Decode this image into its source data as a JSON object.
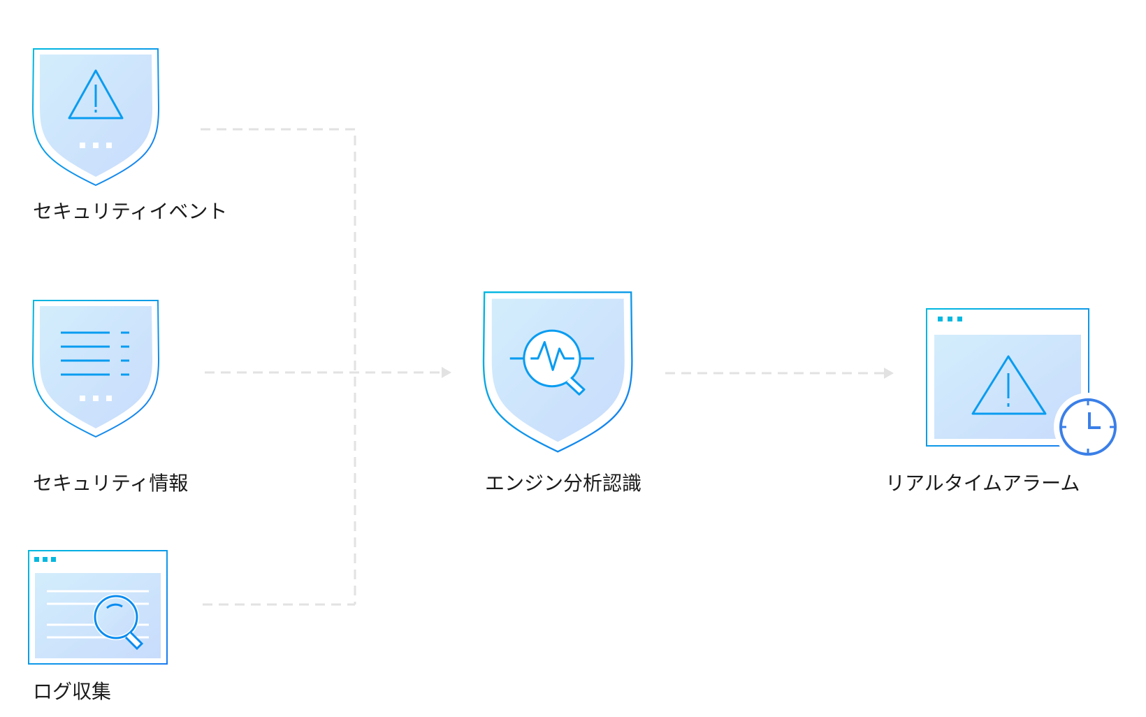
{
  "nodes": {
    "security_event": {
      "label": "セキュリティイベント",
      "icon": "warning-shield-icon"
    },
    "security_info": {
      "label": "セキュリティ情報",
      "icon": "list-shield-icon"
    },
    "log_collection": {
      "label": "ログ収集",
      "icon": "log-search-window-icon"
    },
    "engine_analysis": {
      "label": "エンジン分析認識",
      "icon": "analysis-shield-icon"
    },
    "realtime_alarm": {
      "label": "リアルタイムアラーム",
      "icon": "alarm-window-clock-icon"
    }
  },
  "colors": {
    "stroke_start": "#00b8e0",
    "stroke_end": "#1a7cf0",
    "fill_start": "#d3edfc",
    "fill_end": "#c8dcfc",
    "connector": "#e2e2e2",
    "clock": "#3a7fe8"
  }
}
